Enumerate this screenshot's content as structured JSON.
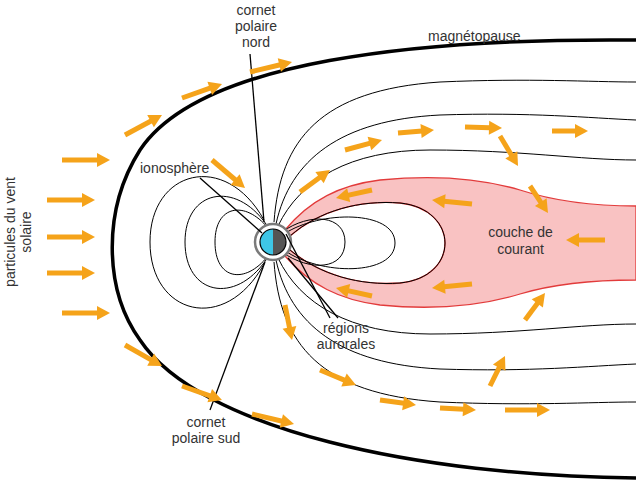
{
  "diagram": {
    "nodes": [
      {
        "text": [
          "couche de courant"
        ]
      }
    ],
    "labels": [
      "cornet polaire nord",
      "magnétopause",
      "ionosphère",
      "particules du vent solaire",
      "régions aurorales",
      "cornet polaire sud"
    ]
  }
}
